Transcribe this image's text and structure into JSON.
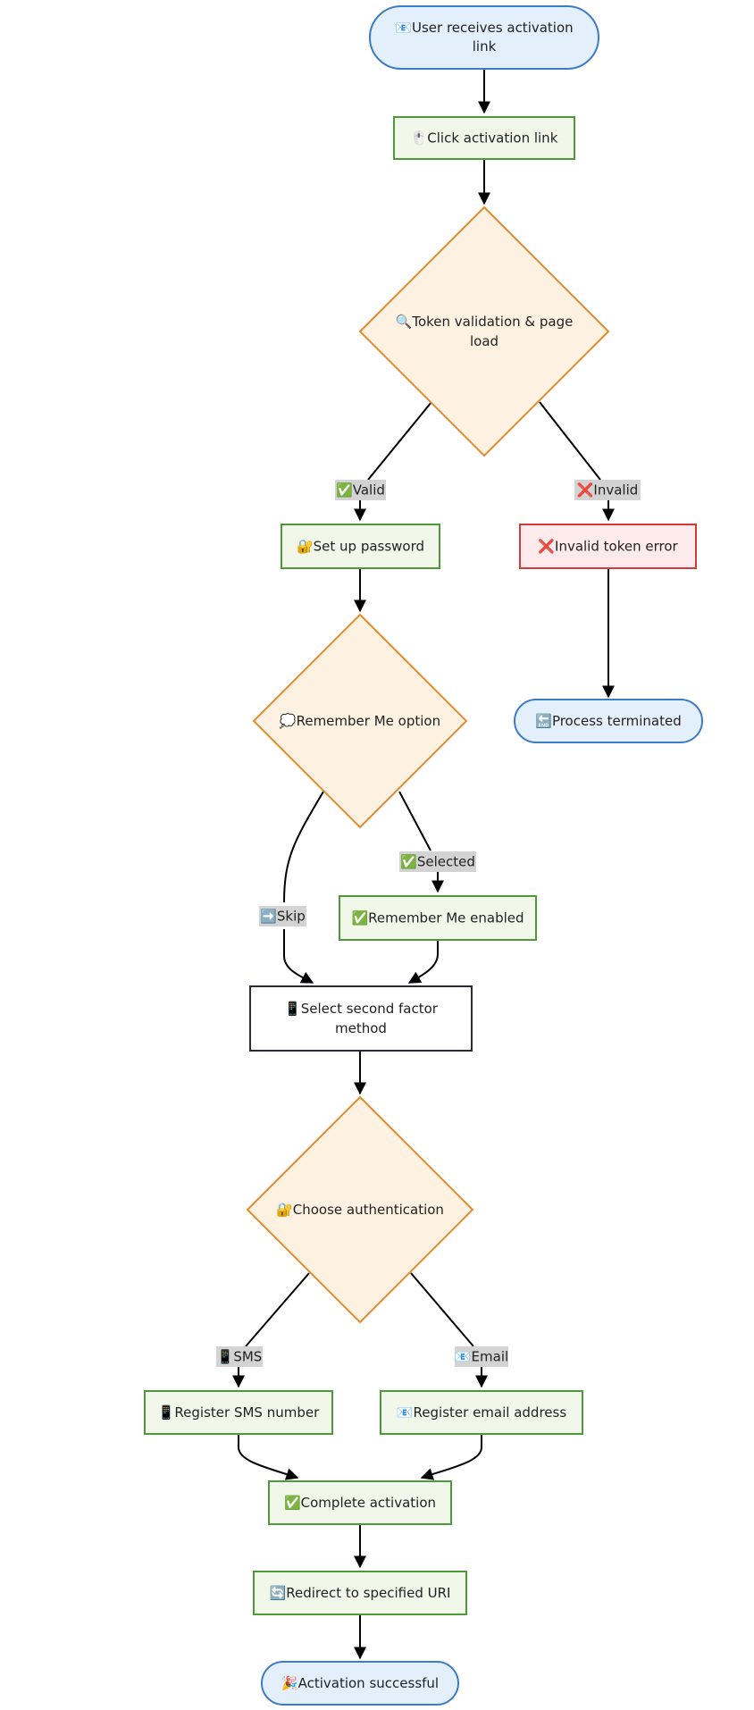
{
  "colors": {
    "terminal_fill": "#e3f0fb",
    "terminal_stroke": "#3c7bc7",
    "process_fill": "#f1f8e9",
    "process_stroke": "#4e9a3a",
    "decision_fill": "#fdf2e1",
    "decision_stroke": "#e58a2c",
    "error_fill": "#fdeaea",
    "error_stroke": "#d33a3a",
    "plain_fill": "#ffffff",
    "plain_stroke": "#2a2a3a",
    "label_bg": "#d3d3d3",
    "edge": "#000000"
  },
  "nodes": {
    "start": {
      "icon": "📧",
      "lines": [
        "User receives activation",
        "link"
      ]
    },
    "click_link": {
      "icon": "🖱️",
      "lines": [
        "Click activation link"
      ]
    },
    "token_validation": {
      "icon": "🔍",
      "lines": [
        "Token validation & page",
        "load"
      ]
    },
    "setup_password": {
      "icon": "🔐",
      "lines": [
        "Set up password"
      ]
    },
    "invalid_token": {
      "icon": "❌",
      "lines": [
        "Invalid token error"
      ]
    },
    "process_terminated": {
      "icon": "🔚",
      "lines": [
        "Process terminated"
      ]
    },
    "remember_me_option": {
      "icon": "💭",
      "lines": [
        "Remember Me option"
      ]
    },
    "remember_me_enabled": {
      "icon": "✅",
      "lines": [
        "Remember Me enabled"
      ]
    },
    "select_second_factor": {
      "icon": "📱",
      "lines": [
        "Select second factor",
        "method"
      ]
    },
    "choose_auth": {
      "icon": "🔐",
      "lines": [
        "Choose authentication"
      ]
    },
    "register_sms": {
      "icon": "📱",
      "lines": [
        "Register SMS number"
      ]
    },
    "register_email": {
      "icon": "📧",
      "lines": [
        "Register email address"
      ]
    },
    "complete_activation": {
      "icon": "✅",
      "lines": [
        "Complete activation"
      ]
    },
    "redirect": {
      "icon": "🔄",
      "lines": [
        "Redirect to specified URI"
      ]
    },
    "success": {
      "icon": "🎉",
      "lines": [
        "Activation successful"
      ]
    }
  },
  "edge_labels": {
    "valid": {
      "icon": "✅",
      "text": "Valid"
    },
    "invalid": {
      "icon": "❌",
      "text": "Invalid"
    },
    "selected": {
      "icon": "✅",
      "text": "Selected"
    },
    "skip": {
      "icon": "➡️",
      "text": "Skip"
    },
    "sms": {
      "icon": "📱",
      "text": "SMS"
    },
    "email": {
      "icon": "📧",
      "text": "Email"
    }
  }
}
